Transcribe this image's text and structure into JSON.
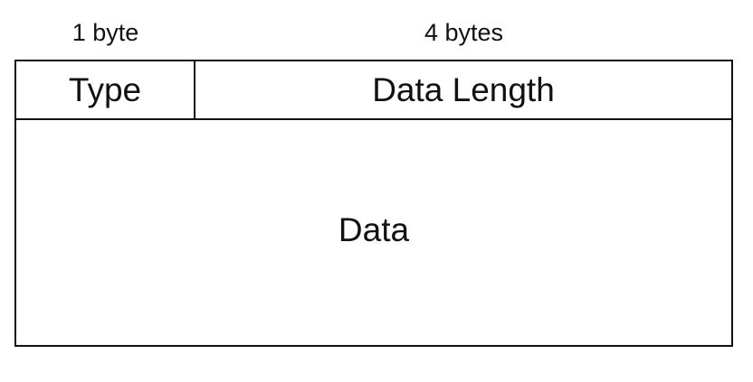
{
  "size_labels": {
    "type": "1 byte",
    "data_length": "4 bytes"
  },
  "fields": {
    "type": "Type",
    "data_length": "Data Length",
    "data": "Data"
  }
}
